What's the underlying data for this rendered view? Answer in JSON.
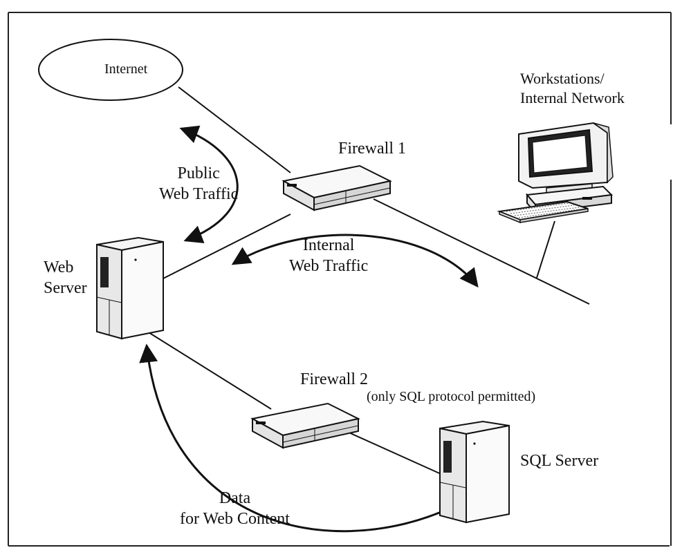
{
  "labels": {
    "internet": "Internet",
    "workstations_line1": "Workstations/",
    "workstations_line2": "Internal Network",
    "firewall1": "Firewall 1",
    "public_traffic_line1": "Public",
    "public_traffic_line2": "Web Traffic",
    "internal_traffic_line1": "Internal",
    "internal_traffic_line2": "Web Traffic",
    "web_server_line1": "Web",
    "web_server_line2": "Server",
    "firewall2": "Firewall 2",
    "firewall2_note": "(only SQL protocol permitted)",
    "sql_server": "SQL Server",
    "data_line1": "Data",
    "data_line2": "for Web Content"
  },
  "colors": {
    "stroke": "#111111",
    "fill_light": "#f4f4f4",
    "fill_dark": "#222222"
  }
}
